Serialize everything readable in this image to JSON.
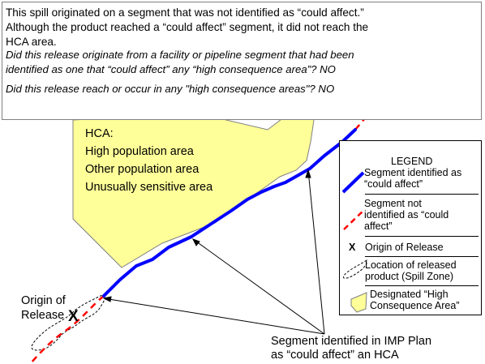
{
  "explanation": {
    "line1": "This spill originated on a segment that was not identified as “could affect.”",
    "line2": "Although the product reached a “could affect” segment, it did not reach the",
    "line3": "HCA area.",
    "question1_line1": "Did this release originate from a facility or pipeline segment that had been",
    "question1_line2": "identified as one that “could affect” any “high consequence area”? NO",
    "question2": "Did this release reach or occur in any \"high consequence areas\"? NO"
  },
  "hca": {
    "title": "HCA:",
    "items": [
      "High population area",
      "Other population area",
      "Unusually sensitive area"
    ],
    "fill_color": "#ffff99"
  },
  "origin": {
    "label_line1": "Origin of",
    "label_line2": "Release",
    "marker": "X"
  },
  "callout": {
    "line1": "Segment identified in IMP Plan",
    "line2": "as “could affect” an HCA"
  },
  "legend": {
    "title": "LEGEND",
    "could_affect_line1": "Segment identified as",
    "could_affect_line2": "“could affect”",
    "not_identified_line1": "Segment not",
    "not_identified_line2": "identified as “could",
    "not_identified_line3": "affect”",
    "origin_marker": "X",
    "origin_label": "Origin of Release",
    "spill_line1": "Location of released",
    "spill_line2": "product (Spill Zone)",
    "hca_line1": "Designated “High",
    "hca_line2": "Consequence Area”"
  },
  "colors": {
    "could_affect_segment": "#0000ff",
    "not_identified_segment": "#ff0000",
    "hca_fill": "#ffff99",
    "hca_stroke": "#808080"
  }
}
